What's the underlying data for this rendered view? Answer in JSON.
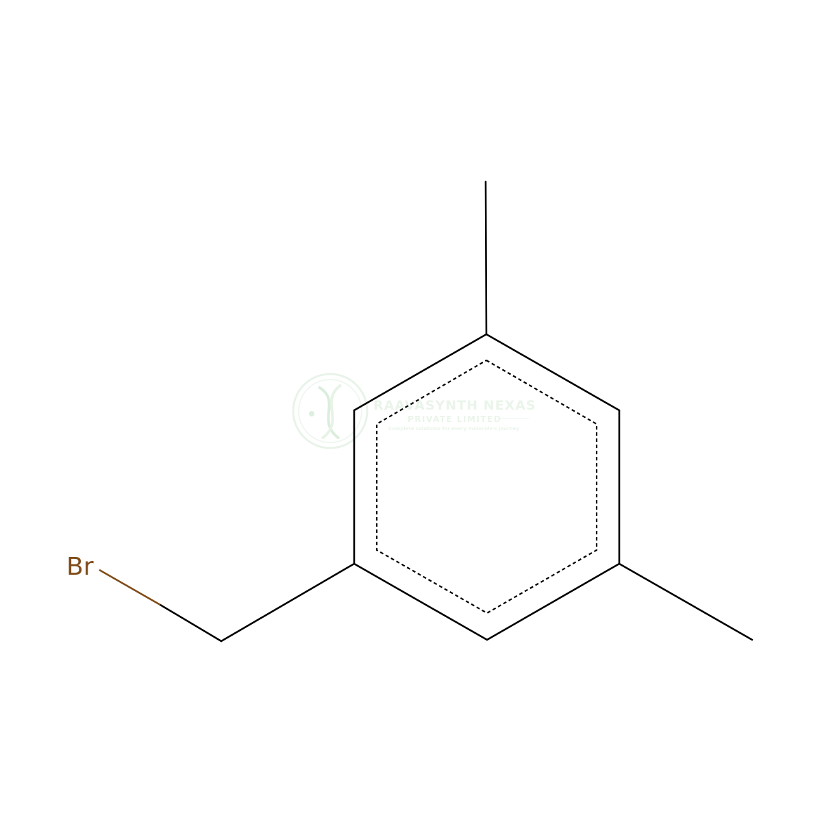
{
  "molecule": {
    "atoms": {
      "bromine": "Br"
    },
    "colors": {
      "bond": "#000000",
      "bromine": "#7f4c19"
    }
  },
  "watermark": {
    "company": "RAAVASYNTH NEXAS",
    "subtitle": "PRIVATE LIMITED",
    "tagline": "Complete solutions for every molecule's journey",
    "logo_icon": "dna-helix-icon",
    "color": "#c8e6c9"
  }
}
